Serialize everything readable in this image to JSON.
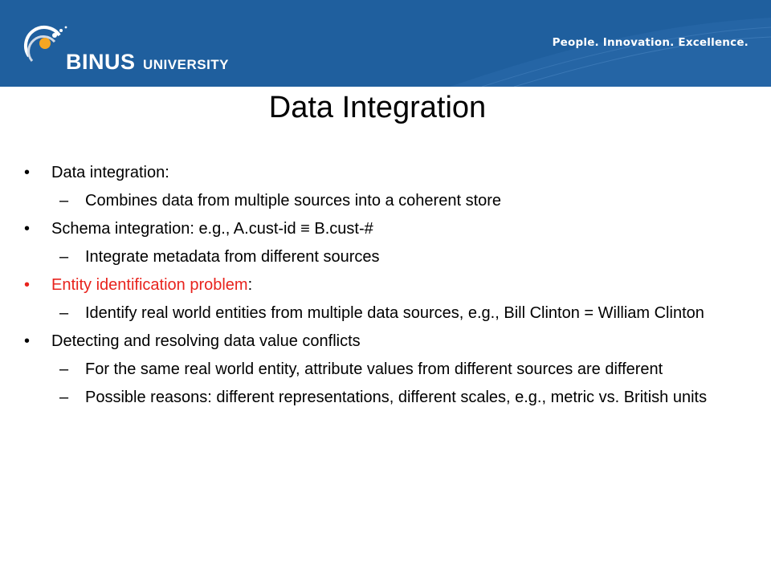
{
  "header": {
    "logo_text": "BINUS",
    "logo_sub": "UNIVERSITY",
    "tagline": "People. Innovation. Excellence.",
    "color": "#1f5f9e"
  },
  "slide": {
    "title": "Data Integration",
    "bullets": [
      {
        "text": "Data integration:",
        "subs": [
          "Combines data from multiple sources into a coherent store"
        ]
      },
      {
        "text": "Schema integration: e.g., A.cust-id ≡ B.cust-#",
        "subs": [
          "Integrate metadata from different sources"
        ]
      },
      {
        "text_highlight": "Entity identification problem",
        "text_suffix": ":",
        "highlight_color": "#e8231d",
        "subs": [
          "Identify real world entities from multiple data sources, e.g., Bill Clinton = William Clinton"
        ]
      },
      {
        "text": "Detecting and resolving data value conflicts",
        "subs": [
          "For the same real world entity, attribute values from different sources are different",
          "Possible reasons: different representations, different scales, e.g., metric vs. British units"
        ]
      }
    ],
    "bullet_glyph": "•",
    "dash_glyph": "–"
  }
}
